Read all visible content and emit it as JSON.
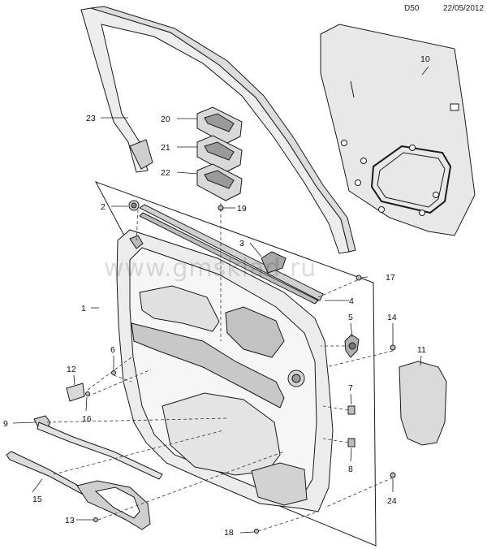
{
  "header": {
    "code": "D50",
    "date": "22/05/2012"
  },
  "watermark": "www.gmsklad.ru",
  "callouts": [
    "1",
    "2",
    "3",
    "4",
    "5",
    "6",
    "7",
    "8",
    "9",
    "10",
    "11",
    "12",
    "13",
    "14",
    "15",
    "16",
    "17",
    "18",
    "19",
    "20",
    "21",
    "22",
    "23",
    "24"
  ],
  "colors": {
    "line": "#1a1a1a",
    "shade": "#cfcfcf",
    "light": "#e6e6e6",
    "pad": "#d4d4d4"
  }
}
